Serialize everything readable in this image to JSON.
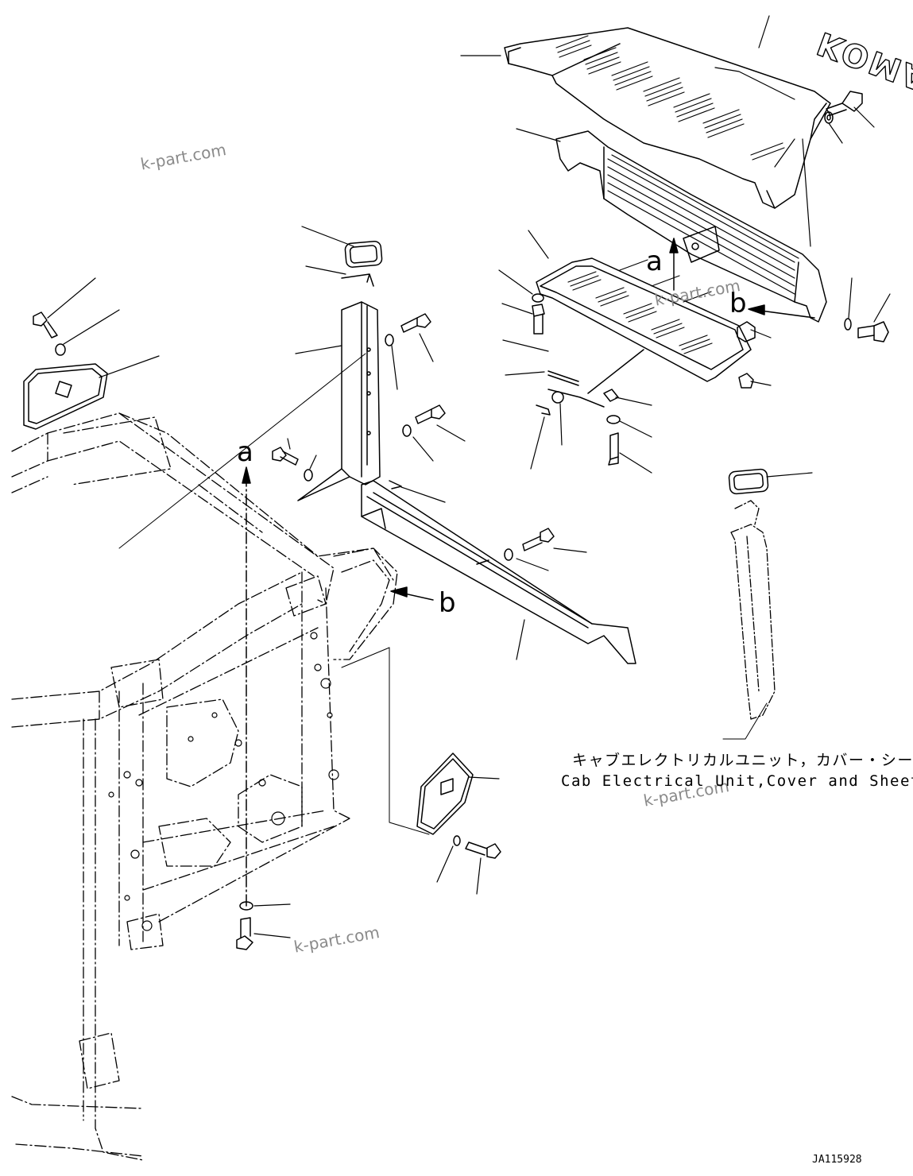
{
  "diagram": {
    "brand_text": "KOMATSU",
    "reference_letters": {
      "a": "a",
      "b": "b"
    },
    "caption": {
      "ja": "キャブエレクトリカルユニット，カバー・シート",
      "en": "Cab Electrical Unit,Cover and Sheet"
    },
    "watermark": "k-part.com",
    "drawing_code": "JA115928"
  },
  "colors": {
    "line": "#000000",
    "watermark": "#8a8a8a",
    "background": "#ffffff"
  }
}
